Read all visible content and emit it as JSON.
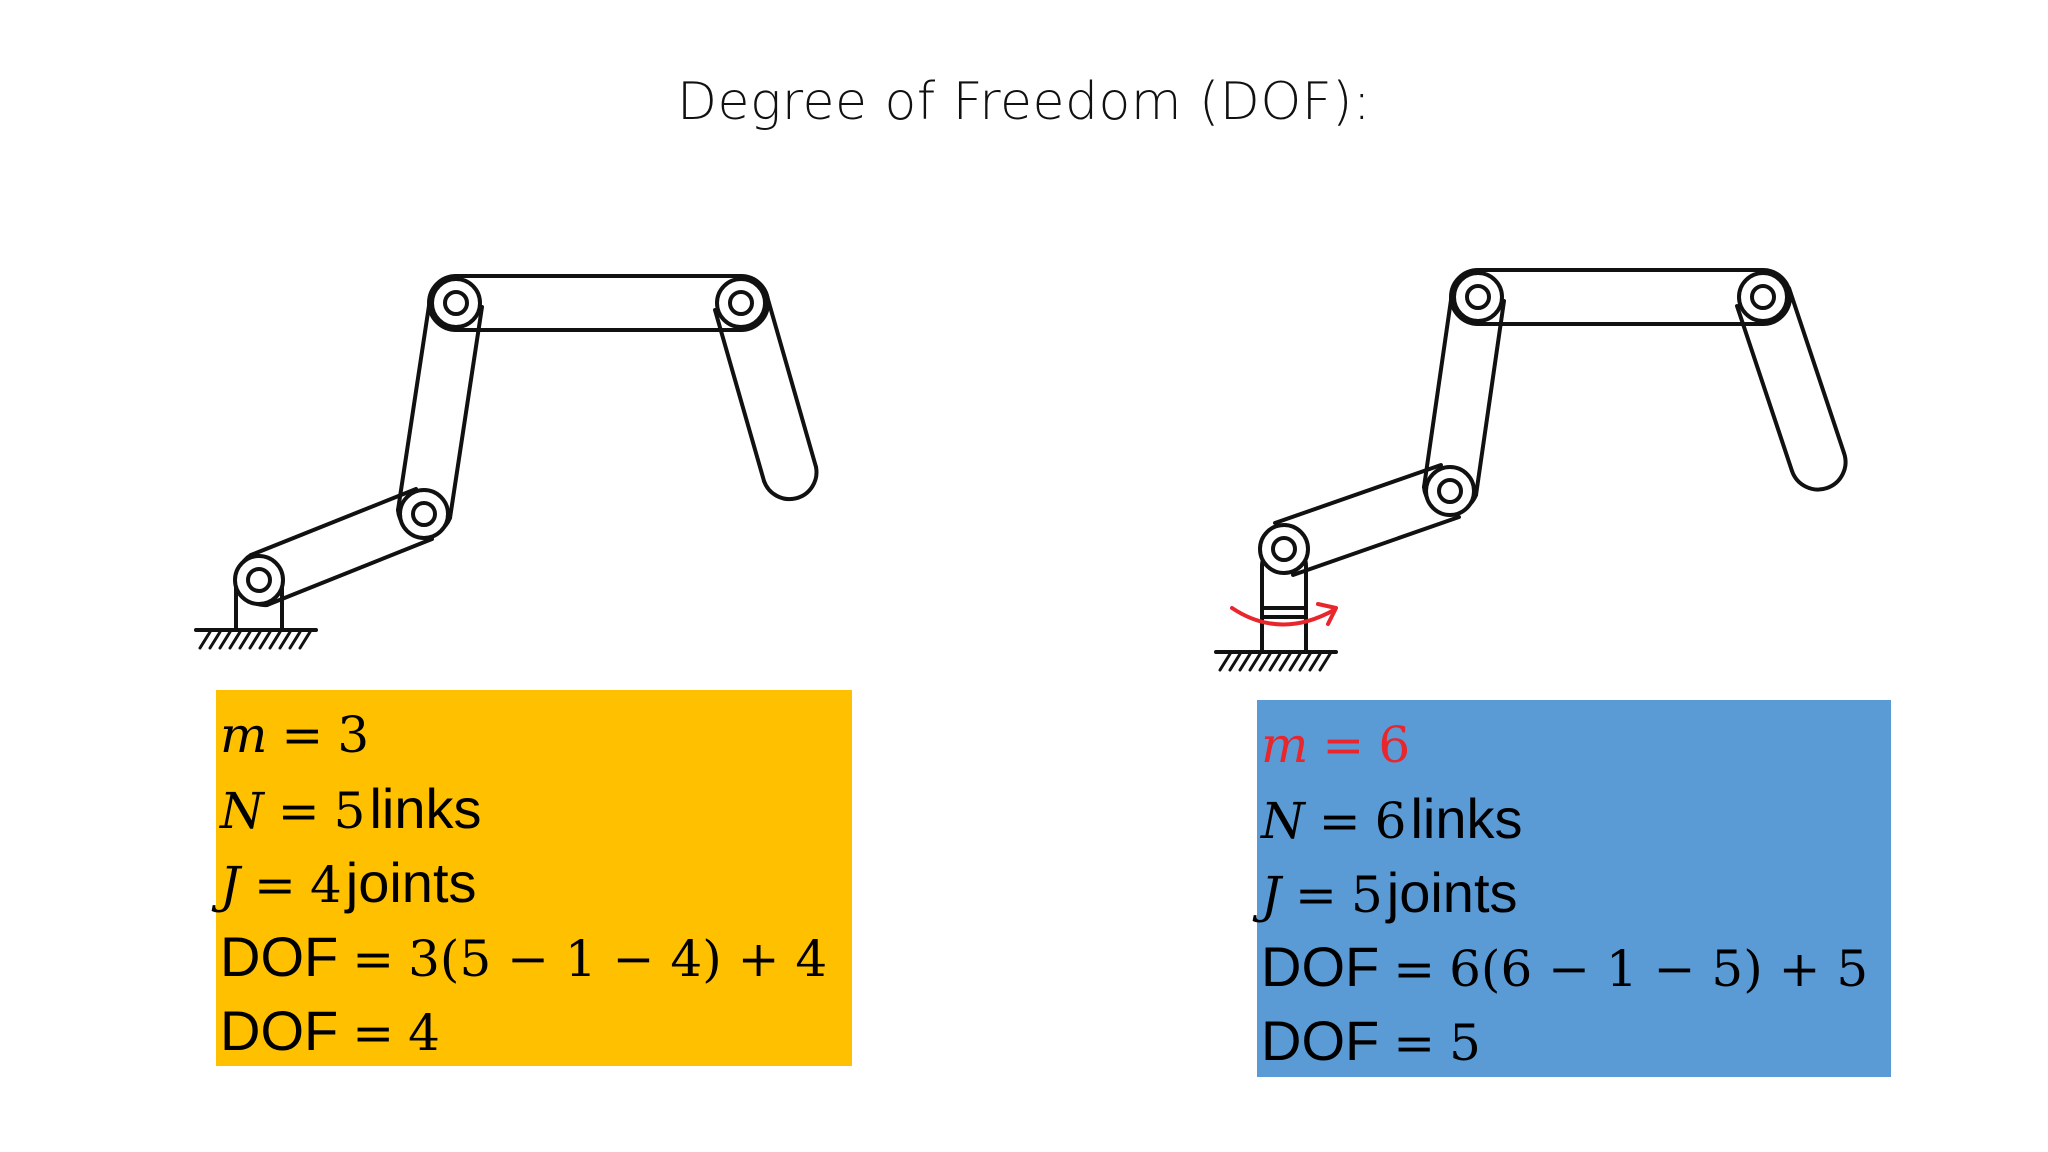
{
  "title": "Degree of Freedom (DOF):",
  "colors": {
    "left_box": "#FFC000",
    "right_box": "#5B9BD5",
    "highlight": "#E8262B"
  },
  "left": {
    "m": {
      "var": "m",
      "eq": "=",
      "val": "3"
    },
    "n": {
      "var": "N",
      "eq": "=",
      "val": "5",
      "unit": "links"
    },
    "j": {
      "var": "J",
      "eq": "=",
      "val": "4",
      "unit": "joints"
    },
    "dof_formula": {
      "label": "DOF",
      "eq": "=",
      "expr": "3(5 − 1 − 4) + 4"
    },
    "dof_result": {
      "label": "DOF",
      "eq": "=",
      "val": "4"
    }
  },
  "right": {
    "m": {
      "var": "m",
      "eq": "=",
      "val": "6"
    },
    "n": {
      "var": "N",
      "eq": "=",
      "val": "6",
      "unit": "links"
    },
    "j": {
      "var": "J",
      "eq": "=",
      "val": "5",
      "unit": "joints"
    },
    "dof_formula": {
      "label": "DOF",
      "eq": "=",
      "expr": "6(6 − 1 − 5) + 5"
    },
    "dof_result": {
      "label": "DOF",
      "eq": "=",
      "val": "5"
    }
  }
}
